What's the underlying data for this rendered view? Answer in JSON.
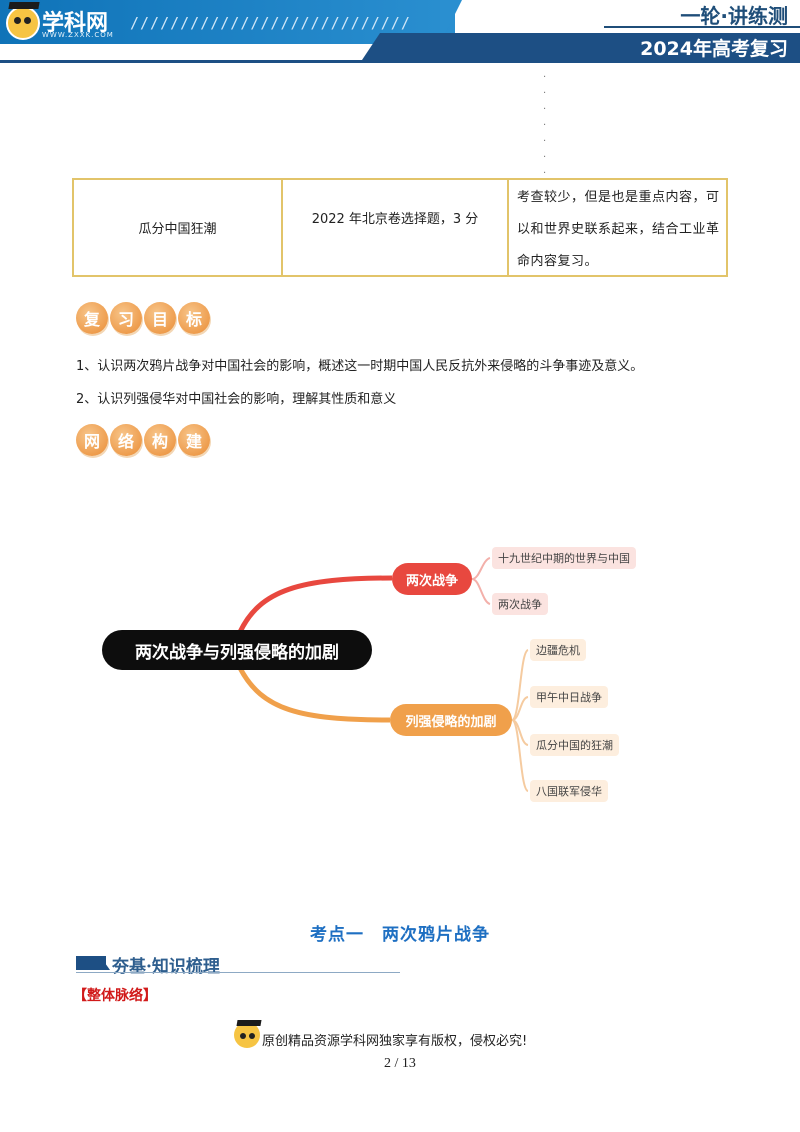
{
  "header": {
    "logo_text": "学科网",
    "logo_sub": "WWW.ZXXK.COM",
    "stripes": "////////////////////////////",
    "series_title": "一轮·讲练测",
    "exam_title": "2024年高考复习"
  },
  "table": {
    "topic": "瓜分中国狂潮",
    "exam_item": "2022 年北京卷选择题，3 分",
    "note": "考查较少，但是也是重点内容，可以和世界史联系起来，结合工业革命内容复习。"
  },
  "review_goals": {
    "badge_chars": [
      "复",
      "习",
      "目",
      "标"
    ],
    "items": [
      "1、认识两次鸦片战争对中国社会的影响，概述这一时期中国人民反抗外来侵略的斗争事迹及意义。",
      "2、认识列强侵华对中国社会的影响，理解其性质和意义"
    ]
  },
  "network": {
    "badge_chars": [
      "网",
      "络",
      "构",
      "建"
    ]
  },
  "mindmap": {
    "root": "两次战争与列强侵略的加剧",
    "branch1": {
      "label": "两次战争",
      "color": "#e8483f",
      "leaves": [
        "十九世纪中期的世界与中国",
        "两次战争"
      ]
    },
    "branch2": {
      "label": "列强侵略的加剧",
      "color": "#f0a04b",
      "leaves": [
        "边疆危机",
        "甲午中日战争",
        "瓜分中国的狂潮",
        "八国联军侵华"
      ]
    }
  },
  "knowledge_point": {
    "title": "考点一　两次鸦片战争",
    "section": "夯基·知识梳理",
    "outline": "【整体脉络】"
  },
  "footer": {
    "copyright": "原创精品资源学科网独家享有版权，侵权必究!",
    "page": "2  /  13"
  }
}
